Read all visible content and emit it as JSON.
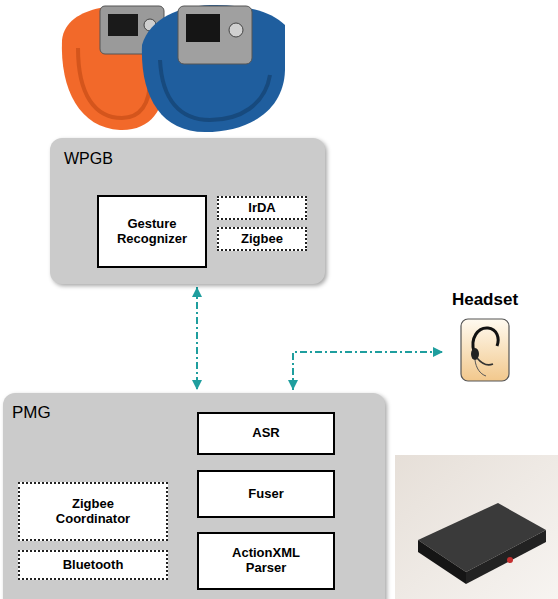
{
  "diagram": {
    "nodes": [
      {
        "text": [
          "WPGB"
        ]
      },
      {
        "text": [
          "Gesture Recognizer"
        ],
        "in": 0
      },
      {
        "text": [
          "IrDA"
        ],
        "in": 0
      },
      {
        "text": [
          "Zigbee"
        ],
        "in": 0
      },
      {
        "text": [
          "Headset"
        ]
      },
      {
        "text": [
          "PMG"
        ]
      },
      {
        "text": [
          "ASR"
        ],
        "in": 5
      },
      {
        "text": [
          "Fuser"
        ],
        "in": 5
      },
      {
        "text": [
          "ActionXML Parser"
        ],
        "in": 5
      },
      {
        "text": [
          "Zigbee Coordinator"
        ],
        "in": 5
      },
      {
        "text": [
          "Bluetooth"
        ],
        "in": 5
      }
    ],
    "edges": [
      {
        "from": 0,
        "to": 5,
        "arrow": "both"
      },
      {
        "from": 5,
        "to": 4,
        "arrow": "both"
      }
    ]
  }
}
